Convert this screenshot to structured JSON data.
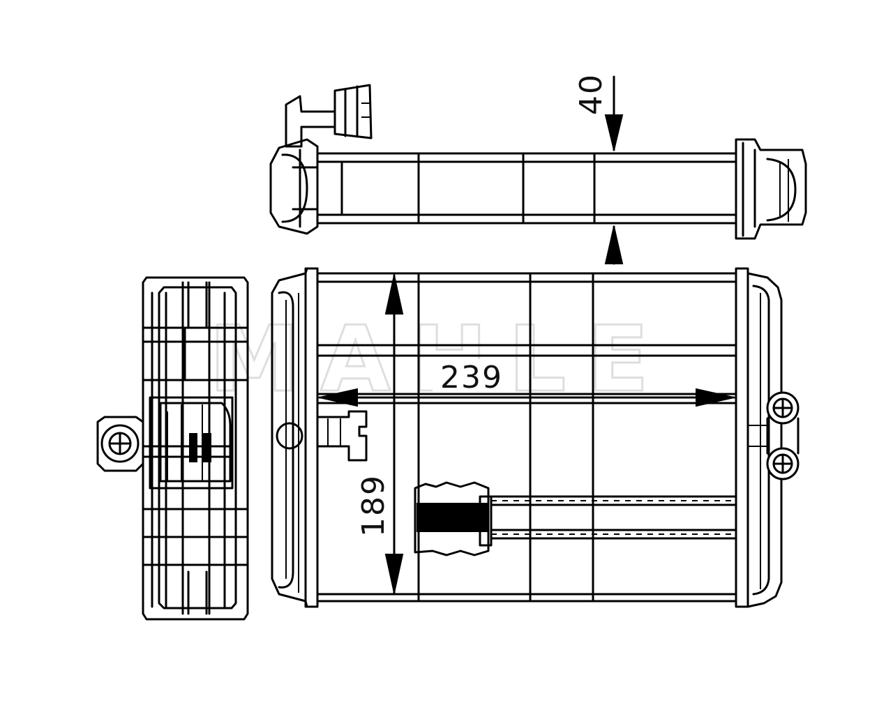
{
  "diagram": {
    "dimensions": {
      "width": "239",
      "height": "189",
      "depth": "40"
    },
    "watermark_label": "MAHLE",
    "colors": {
      "line": "#000000",
      "background": "#ffffff",
      "watermark": "#d6d6d6"
    },
    "views": [
      "top-view",
      "front-view",
      "side-view"
    ]
  }
}
